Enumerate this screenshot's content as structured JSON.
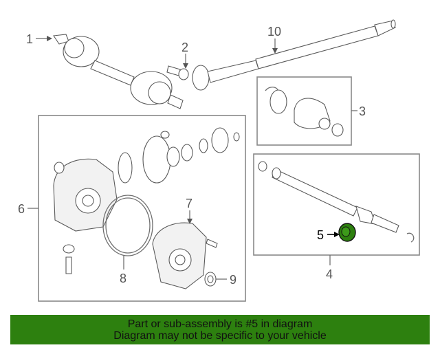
{
  "callouts": {
    "c1": "1",
    "c2": "2",
    "c3": "3",
    "c4": "4",
    "c5": "5",
    "c6": "6",
    "c7": "7",
    "c8": "8",
    "c9": "9",
    "c10": "10"
  },
  "highlighted_part": "5",
  "colors": {
    "banner": "#2d800f",
    "highlight": "#2d800f"
  },
  "banner": {
    "line1": "Part or sub-assembly is #5 in diagram",
    "line2": "Diagram may not be specific to your vehicle"
  }
}
